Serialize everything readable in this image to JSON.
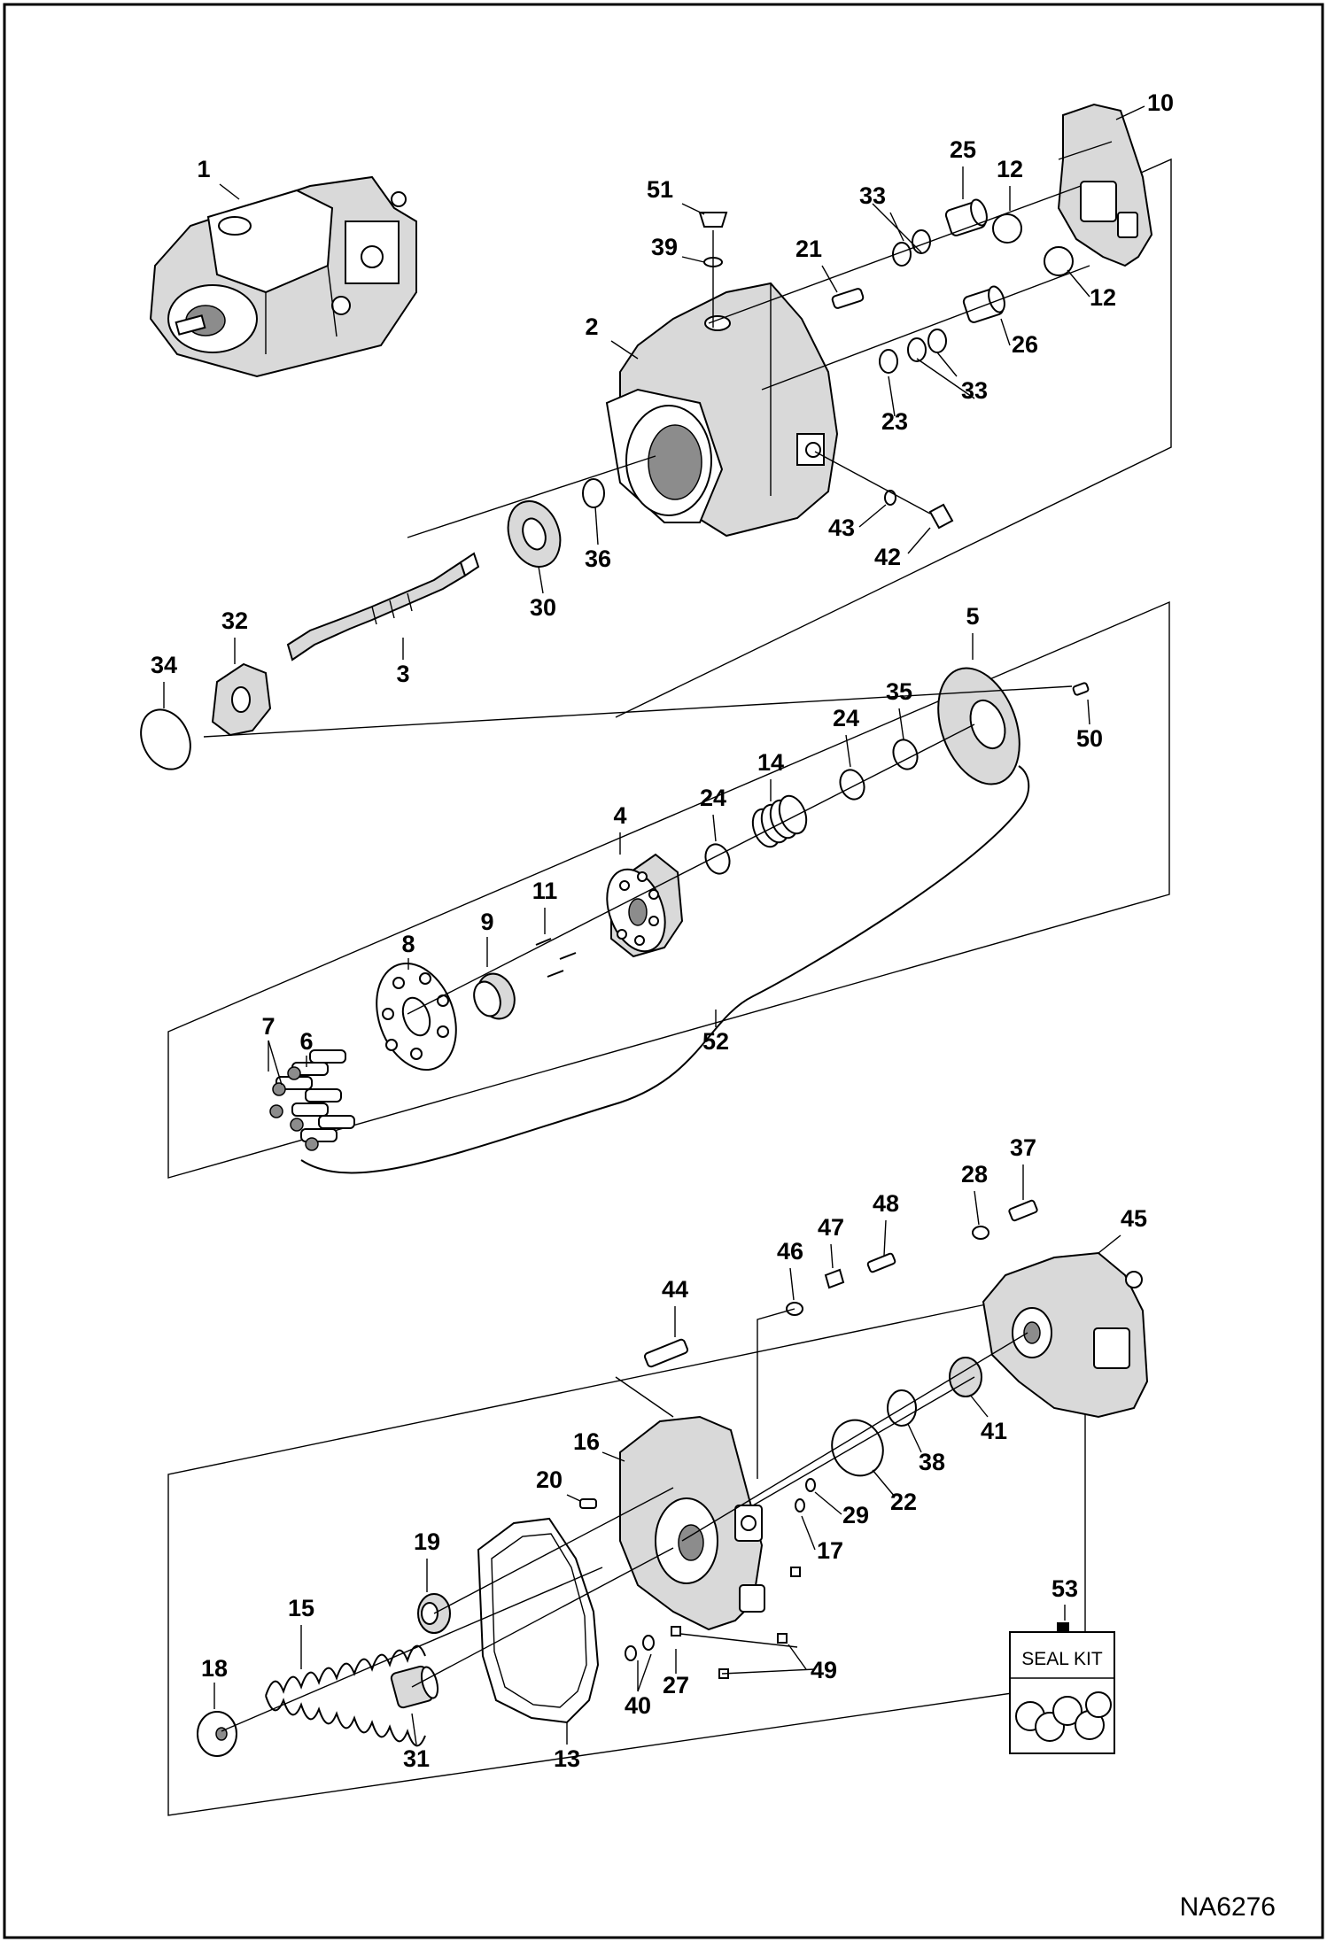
{
  "figure_id": "NA6276",
  "seal_kit_label": "SEAL KIT",
  "callouts": [
    {
      "id": "c1",
      "text": "1"
    },
    {
      "id": "c2",
      "text": "2"
    },
    {
      "id": "c3",
      "text": "3"
    },
    {
      "id": "c4",
      "text": "4"
    },
    {
      "id": "c5",
      "text": "5"
    },
    {
      "id": "c6",
      "text": "6"
    },
    {
      "id": "c7",
      "text": "7"
    },
    {
      "id": "c8",
      "text": "8"
    },
    {
      "id": "c9",
      "text": "9"
    },
    {
      "id": "c10",
      "text": "10"
    },
    {
      "id": "c11",
      "text": "11"
    },
    {
      "id": "c12a",
      "text": "12"
    },
    {
      "id": "c12b",
      "text": "12"
    },
    {
      "id": "c13",
      "text": "13"
    },
    {
      "id": "c14",
      "text": "14"
    },
    {
      "id": "c15",
      "text": "15"
    },
    {
      "id": "c16",
      "text": "16"
    },
    {
      "id": "c17",
      "text": "17"
    },
    {
      "id": "c18",
      "text": "18"
    },
    {
      "id": "c19",
      "text": "19"
    },
    {
      "id": "c20",
      "text": "20"
    },
    {
      "id": "c21",
      "text": "21"
    },
    {
      "id": "c22",
      "text": "22"
    },
    {
      "id": "c23",
      "text": "23"
    },
    {
      "id": "c24a",
      "text": "24"
    },
    {
      "id": "c24b",
      "text": "24"
    },
    {
      "id": "c25",
      "text": "25"
    },
    {
      "id": "c26",
      "text": "26"
    },
    {
      "id": "c27",
      "text": "27"
    },
    {
      "id": "c28",
      "text": "28"
    },
    {
      "id": "c29",
      "text": "29"
    },
    {
      "id": "c30",
      "text": "30"
    },
    {
      "id": "c31",
      "text": "31"
    },
    {
      "id": "c32",
      "text": "32"
    },
    {
      "id": "c33a",
      "text": "33"
    },
    {
      "id": "c33b",
      "text": "33"
    },
    {
      "id": "c34",
      "text": "34"
    },
    {
      "id": "c35",
      "text": "35"
    },
    {
      "id": "c36",
      "text": "36"
    },
    {
      "id": "c37",
      "text": "37"
    },
    {
      "id": "c38",
      "text": "38"
    },
    {
      "id": "c39",
      "text": "39"
    },
    {
      "id": "c40",
      "text": "40"
    },
    {
      "id": "c41",
      "text": "41"
    },
    {
      "id": "c42",
      "text": "42"
    },
    {
      "id": "c43",
      "text": "43"
    },
    {
      "id": "c44",
      "text": "44"
    },
    {
      "id": "c45",
      "text": "45"
    },
    {
      "id": "c46",
      "text": "46"
    },
    {
      "id": "c47",
      "text": "47"
    },
    {
      "id": "c48",
      "text": "48"
    },
    {
      "id": "c49",
      "text": "49"
    },
    {
      "id": "c50",
      "text": "50"
    },
    {
      "id": "c51",
      "text": "51"
    },
    {
      "id": "c52",
      "text": "52"
    },
    {
      "id": "c53",
      "text": "53"
    }
  ]
}
